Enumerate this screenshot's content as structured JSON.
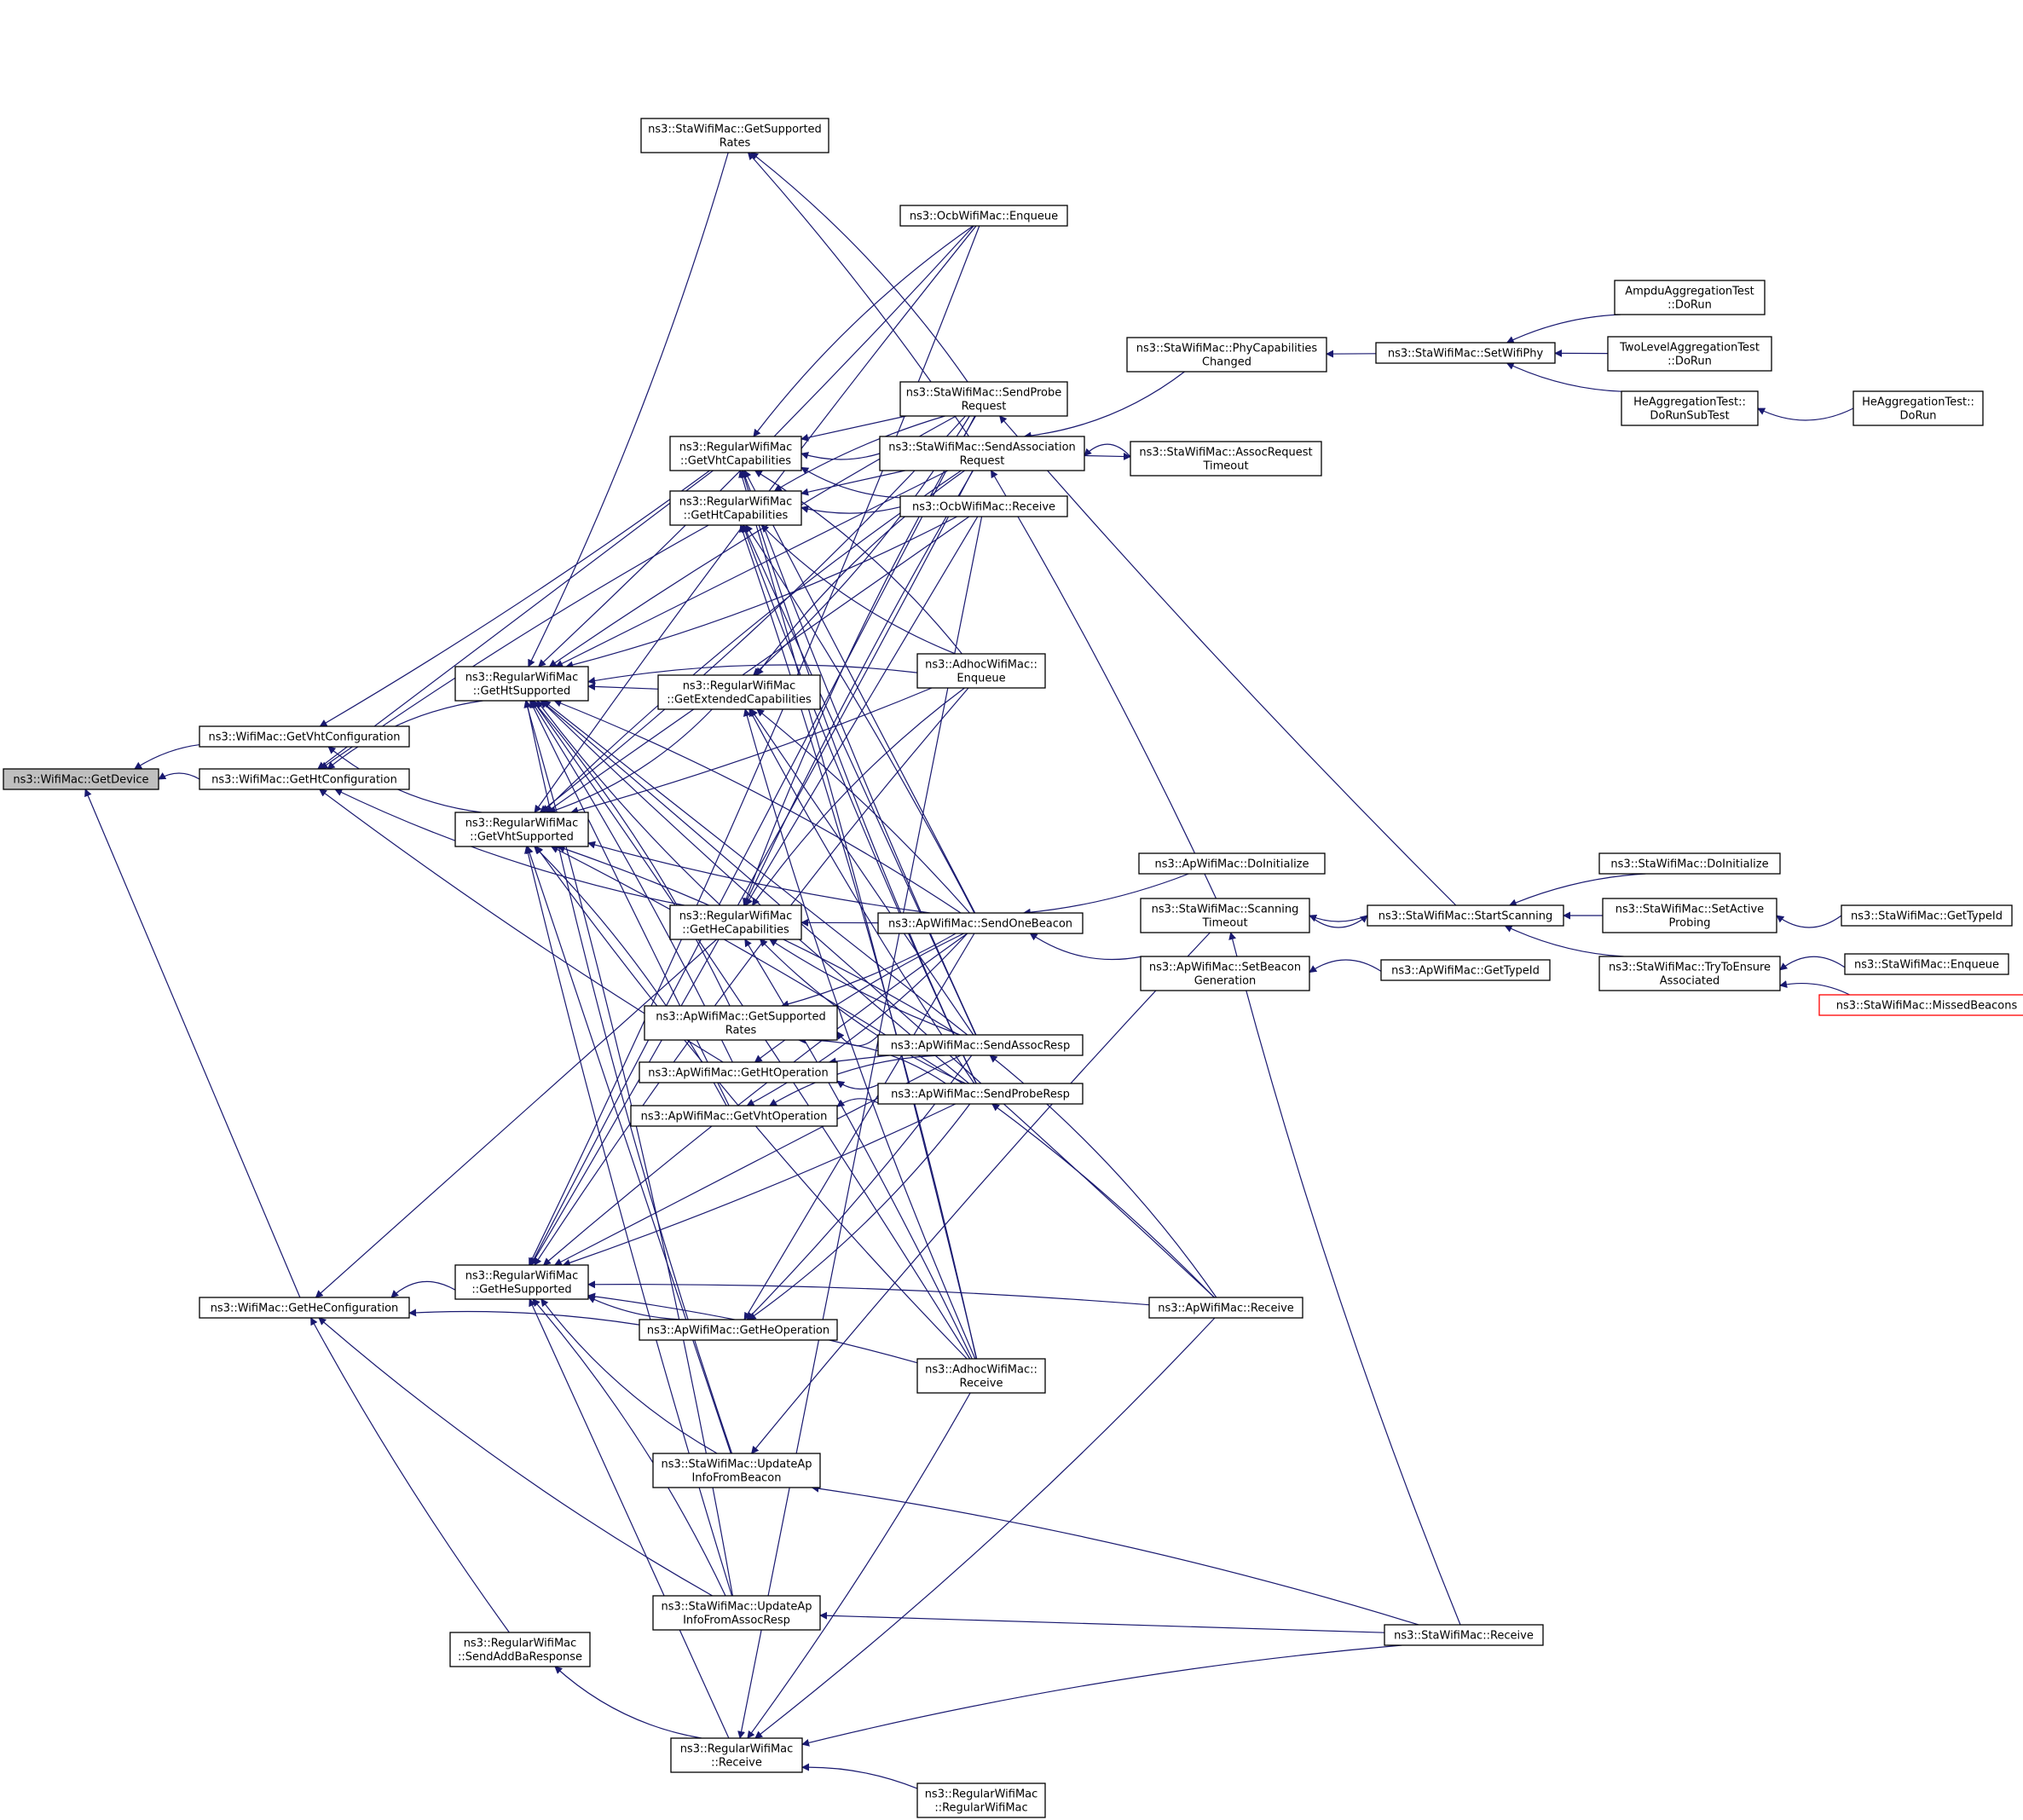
{
  "diagram": {
    "title": "",
    "nodes": [
      {
        "id": "getdevice",
        "lines": [
          "ns3::WifiMac::GetDevice"
        ]
      },
      {
        "id": "getvhtconf",
        "lines": [
          "ns3::WifiMac::GetVhtConfiguration"
        ]
      },
      {
        "id": "gethtconf",
        "lines": [
          "ns3::WifiMac::GetHtConfiguration"
        ]
      },
      {
        "id": "getheconf",
        "lines": [
          "ns3::WifiMac::GetHeConfiguration"
        ]
      },
      {
        "id": "gethtsupported",
        "lines": [
          "ns3::RegularWifiMac",
          "::GetHtSupported"
        ]
      },
      {
        "id": "getvhtsupported",
        "lines": [
          "ns3::RegularWifiMac",
          "::GetVhtSupported"
        ]
      },
      {
        "id": "gethesupported",
        "lines": [
          "ns3::RegularWifiMac",
          "::GetHeSupported"
        ]
      },
      {
        "id": "sendaddba",
        "lines": [
          "ns3::RegularWifiMac",
          "::SendAddBaResponse"
        ]
      },
      {
        "id": "stagetsupportedrates",
        "lines": [
          "ns3::StaWifiMac::GetSupported",
          "Rates"
        ]
      },
      {
        "id": "getvhtcap",
        "lines": [
          "ns3::RegularWifiMac",
          "::GetVhtCapabilities"
        ]
      },
      {
        "id": "gethtcap",
        "lines": [
          "ns3::RegularWifiMac",
          "::GetHtCapabilities"
        ]
      },
      {
        "id": "getextcap",
        "lines": [
          "ns3::RegularWifiMac",
          "::GetExtendedCapabilities"
        ]
      },
      {
        "id": "gethecap",
        "lines": [
          "ns3::RegularWifiMac",
          "::GetHeCapabilities"
        ]
      },
      {
        "id": "apgetsupportedrates",
        "lines": [
          "ns3::ApWifiMac::GetSupported",
          "Rates"
        ]
      },
      {
        "id": "apgethtop",
        "lines": [
          "ns3::ApWifiMac::GetHtOperation"
        ]
      },
      {
        "id": "apgetvhtop",
        "lines": [
          "ns3::ApWifiMac::GetVhtOperation"
        ]
      },
      {
        "id": "apgetheop",
        "lines": [
          "ns3::ApWifiMac::GetHeOperation"
        ]
      },
      {
        "id": "updatebeacon",
        "lines": [
          "ns3::StaWifiMac::UpdateAp",
          "InfoFromBeacon"
        ]
      },
      {
        "id": "updateassoc",
        "lines": [
          "ns3::StaWifiMac::UpdateAp",
          "InfoFromAssocResp"
        ]
      },
      {
        "id": "regreceive",
        "lines": [
          "ns3::RegularWifiMac",
          "::Receive"
        ]
      },
      {
        "id": "ocbenqueue",
        "lines": [
          "ns3::OcbWifiMac::Enqueue"
        ]
      },
      {
        "id": "sendprobereq",
        "lines": [
          "ns3::StaWifiMac::SendProbe",
          "Request"
        ]
      },
      {
        "id": "sendassocreq",
        "lines": [
          "ns3::StaWifiMac::SendAssociation",
          "Request"
        ]
      },
      {
        "id": "ocbreceive",
        "lines": [
          "ns3::OcbWifiMac::Receive"
        ]
      },
      {
        "id": "adhocenqueue",
        "lines": [
          "ns3::AdhocWifiMac::",
          "Enqueue"
        ]
      },
      {
        "id": "sendonebeacon",
        "lines": [
          "ns3::ApWifiMac::SendOneBeacon"
        ]
      },
      {
        "id": "sendassocresp",
        "lines": [
          "ns3::ApWifiMac::SendAssocResp"
        ]
      },
      {
        "id": "sendproberesp",
        "lines": [
          "ns3::ApWifiMac::SendProbeResp"
        ]
      },
      {
        "id": "adhocreceive",
        "lines": [
          "ns3::AdhocWifiMac::",
          "Receive"
        ]
      },
      {
        "id": "regctor",
        "lines": [
          "ns3::RegularWifiMac",
          "::RegularWifiMac"
        ]
      },
      {
        "id": "phycapchanged",
        "lines": [
          "ns3::StaWifiMac::PhyCapabilities",
          "Changed"
        ]
      },
      {
        "id": "assocreqtimeout",
        "lines": [
          "ns3::StaWifiMac::AssocRequest",
          "Timeout"
        ]
      },
      {
        "id": "apdoinit",
        "lines": [
          "ns3::ApWifiMac::DoInitialize"
        ]
      },
      {
        "id": "scantimeout",
        "lines": [
          "ns3::StaWifiMac::Scanning",
          "Timeout"
        ]
      },
      {
        "id": "setbeacongen",
        "lines": [
          "ns3::ApWifiMac::SetBeacon",
          "Generation"
        ]
      },
      {
        "id": "apreceive",
        "lines": [
          "ns3::ApWifiMac::Receive"
        ]
      },
      {
        "id": "setwifiphy",
        "lines": [
          "ns3::StaWifiMac::SetWifiPhy"
        ]
      },
      {
        "id": "startscanning",
        "lines": [
          "ns3::StaWifiMac::StartScanning"
        ]
      },
      {
        "id": "apgettypeid",
        "lines": [
          "ns3::ApWifiMac::GetTypeId"
        ]
      },
      {
        "id": "stareceive",
        "lines": [
          "ns3::StaWifiMac::Receive"
        ]
      },
      {
        "id": "ampdudorun",
        "lines": [
          "AmpduAggregationTest",
          "::DoRun"
        ]
      },
      {
        "id": "twoleveldorun",
        "lines": [
          "TwoLevelAggregationTest",
          "::DoRun"
        ]
      },
      {
        "id": "hedorunsubtest",
        "lines": [
          "HeAggregationTest::",
          "DoRunSubTest"
        ]
      },
      {
        "id": "hedorun",
        "lines": [
          "HeAggregationTest::",
          "DoRun"
        ]
      },
      {
        "id": "stadoinit",
        "lines": [
          "ns3::StaWifiMac::DoInitialize"
        ]
      },
      {
        "id": "setactiveprobing",
        "lines": [
          "ns3::StaWifiMac::SetActive",
          "Probing"
        ]
      },
      {
        "id": "trytoensure",
        "lines": [
          "ns3::StaWifiMac::TryToEnsure",
          "Associated"
        ]
      },
      {
        "id": "stagettypeid",
        "lines": [
          "ns3::StaWifiMac::GetTypeId"
        ]
      },
      {
        "id": "staenqueue",
        "lines": [
          "ns3::StaWifiMac::Enqueue"
        ]
      },
      {
        "id": "missedbeacons",
        "lines": [
          "ns3::StaWifiMac::MissedBeacons"
        ]
      }
    ],
    "edges": [
      [
        "getvhtconf",
        "getdevice"
      ],
      [
        "gethtconf",
        "getdevice"
      ],
      [
        "getheconf",
        "getdevice"
      ],
      [
        "getvhtcap",
        "getvhtconf"
      ],
      [
        "getvhtsupported",
        "getvhtconf"
      ],
      [
        "gethtsupported",
        "gethtconf"
      ],
      [
        "gethtcap",
        "gethtconf"
      ],
      [
        "getvhtcap",
        "gethtconf"
      ],
      [
        "apgethtop",
        "gethtconf"
      ],
      [
        "gethecap",
        "gethtconf"
      ],
      [
        "gethesupported",
        "getheconf"
      ],
      [
        "apgetheop",
        "getheconf"
      ],
      [
        "gethecap",
        "getheconf"
      ],
      [
        "sendaddba",
        "getheconf"
      ],
      [
        "updateassoc",
        "getheconf"
      ],
      [
        "sendonebeacon",
        "gethtsupported"
      ],
      [
        "sendprobereq",
        "gethtsupported"
      ],
      [
        "sendassocreq",
        "gethtsupported"
      ],
      [
        "ocbenqueue",
        "gethtsupported"
      ],
      [
        "ocbreceive",
        "gethtsupported"
      ],
      [
        "adhocenqueue",
        "gethtsupported"
      ],
      [
        "adhocreceive",
        "gethtsupported"
      ],
      [
        "sendassocresp",
        "gethtsupported"
      ],
      [
        "sendproberesp",
        "gethtsupported"
      ],
      [
        "updatebeacon",
        "gethtsupported"
      ],
      [
        "updateassoc",
        "gethtsupported"
      ],
      [
        "apreceive",
        "gethtsupported"
      ],
      [
        "getextcap",
        "gethtsupported"
      ],
      [
        "gethecap",
        "gethtsupported"
      ],
      [
        "stagetsupportedrates",
        "gethtsupported"
      ],
      [
        "apgetsupportedrates",
        "gethtsupported"
      ],
      [
        "apgethtop",
        "gethtsupported"
      ],
      [
        "apgetvhtop",
        "gethtsupported"
      ],
      [
        "sendonebeacon",
        "getvhtsupported"
      ],
      [
        "sendprobereq",
        "getvhtsupported"
      ],
      [
        "sendassocreq",
        "getvhtsupported"
      ],
      [
        "ocbenqueue",
        "getvhtsupported"
      ],
      [
        "ocbreceive",
        "getvhtsupported"
      ],
      [
        "adhocenqueue",
        "getvhtsupported"
      ],
      [
        "adhocreceive",
        "getvhtsupported"
      ],
      [
        "sendassocresp",
        "getvhtsupported"
      ],
      [
        "sendproberesp",
        "getvhtsupported"
      ],
      [
        "updatebeacon",
        "getvhtsupported"
      ],
      [
        "updateassoc",
        "getvhtsupported"
      ],
      [
        "getextcap",
        "getvhtsupported"
      ],
      [
        "apgetvhtop",
        "getvhtsupported"
      ],
      [
        "sendonebeacon",
        "gethesupported"
      ],
      [
        "sendprobereq",
        "gethesupported"
      ],
      [
        "sendassocreq",
        "gethesupported"
      ],
      [
        "ocbenqueue",
        "gethesupported"
      ],
      [
        "adhocenqueue",
        "gethesupported"
      ],
      [
        "adhocreceive",
        "gethesupported"
      ],
      [
        "sendassocresp",
        "gethesupported"
      ],
      [
        "sendproberesp",
        "gethesupported"
      ],
      [
        "updatebeacon",
        "gethesupported"
      ],
      [
        "updateassoc",
        "gethesupported"
      ],
      [
        "apreceive",
        "gethesupported"
      ],
      [
        "regreceive",
        "gethesupported"
      ],
      [
        "apgetheop",
        "gethesupported"
      ],
      [
        "regreceive",
        "sendaddba"
      ],
      [
        "sendprobereq",
        "stagetsupportedrates"
      ],
      [
        "sendassocreq",
        "stagetsupportedrates"
      ],
      [
        "sendprobereq",
        "getvhtcap"
      ],
      [
        "sendassocreq",
        "getvhtcap"
      ],
      [
        "ocbreceive",
        "getvhtcap"
      ],
      [
        "adhocenqueue",
        "getvhtcap"
      ],
      [
        "adhocreceive",
        "getvhtcap"
      ],
      [
        "sendonebeacon",
        "getvhtcap"
      ],
      [
        "sendassocresp",
        "getvhtcap"
      ],
      [
        "sendproberesp",
        "getvhtcap"
      ],
      [
        "ocbenqueue",
        "getvhtcap"
      ],
      [
        "sendprobereq",
        "gethtcap"
      ],
      [
        "sendassocreq",
        "gethtcap"
      ],
      [
        "ocbreceive",
        "gethtcap"
      ],
      [
        "adhocenqueue",
        "gethtcap"
      ],
      [
        "adhocreceive",
        "gethtcap"
      ],
      [
        "sendonebeacon",
        "gethtcap"
      ],
      [
        "sendassocresp",
        "gethtcap"
      ],
      [
        "sendproberesp",
        "gethtcap"
      ],
      [
        "sendprobereq",
        "getextcap"
      ],
      [
        "sendassocreq",
        "getextcap"
      ],
      [
        "sendonebeacon",
        "getextcap"
      ],
      [
        "sendassocresp",
        "getextcap"
      ],
      [
        "sendproberesp",
        "getextcap"
      ],
      [
        "adhocreceive",
        "getextcap"
      ],
      [
        "sendprobereq",
        "gethecap"
      ],
      [
        "sendassocreq",
        "gethecap"
      ],
      [
        "sendonebeacon",
        "gethecap"
      ],
      [
        "sendassocresp",
        "gethecap"
      ],
      [
        "sendproberesp",
        "gethecap"
      ],
      [
        "adhocenqueue",
        "gethecap"
      ],
      [
        "adhocreceive",
        "gethecap"
      ],
      [
        "ocbreceive",
        "gethecap"
      ],
      [
        "sendonebeacon",
        "apgetsupportedrates"
      ],
      [
        "sendassocresp",
        "apgetsupportedrates"
      ],
      [
        "sendproberesp",
        "apgetsupportedrates"
      ],
      [
        "sendonebeacon",
        "apgethtop"
      ],
      [
        "sendassocresp",
        "apgethtop"
      ],
      [
        "sendproberesp",
        "apgethtop"
      ],
      [
        "sendonebeacon",
        "apgetvhtop"
      ],
      [
        "sendassocresp",
        "apgetvhtop"
      ],
      [
        "sendproberesp",
        "apgetvhtop"
      ],
      [
        "sendonebeacon",
        "apgetheop"
      ],
      [
        "sendassocresp",
        "apgetheop"
      ],
      [
        "sendproberesp",
        "apgetheop"
      ],
      [
        "stareceive",
        "updatebeacon"
      ],
      [
        "scantimeout",
        "updatebeacon"
      ],
      [
        "stareceive",
        "updateassoc"
      ],
      [
        "adhocreceive",
        "regreceive"
      ],
      [
        "apreceive",
        "regreceive"
      ],
      [
        "stareceive",
        "regreceive"
      ],
      [
        "regctor",
        "regreceive"
      ],
      [
        "ocbreceive",
        "regreceive"
      ],
      [
        "startscanning",
        "sendprobereq"
      ],
      [
        "phycapchanged",
        "sendassocreq"
      ],
      [
        "assocreqtimeout",
        "sendassocreq"
      ],
      [
        "scantimeout",
        "sendassocreq"
      ],
      [
        "sendassocreq",
        "assocreqtimeout"
      ],
      [
        "apdoinit",
        "sendonebeacon"
      ],
      [
        "setbeacongen",
        "sendonebeacon"
      ],
      [
        "apreceive",
        "sendassocresp"
      ],
      [
        "apreceive",
        "sendproberesp"
      ],
      [
        "setwifiphy",
        "phycapchanged"
      ],
      [
        "startscanning",
        "scantimeout"
      ],
      [
        "stareceive",
        "scantimeout"
      ],
      [
        "apgettypeid",
        "setbeacongen"
      ],
      [
        "ampdudorun",
        "setwifiphy"
      ],
      [
        "twoleveldorun",
        "setwifiphy"
      ],
      [
        "hedorunsubtest",
        "setwifiphy"
      ],
      [
        "hedorun",
        "hedorunsubtest"
      ],
      [
        "scantimeout",
        "startscanning"
      ],
      [
        "stadoinit",
        "startscanning"
      ],
      [
        "setactiveprobing",
        "startscanning"
      ],
      [
        "trytoensure",
        "startscanning"
      ],
      [
        "stagettypeid",
        "setactiveprobing"
      ],
      [
        "staenqueue",
        "trytoensure"
      ],
      [
        "missedbeacons",
        "trytoensure"
      ]
    ]
  },
  "colors": {
    "edge": "#191970",
    "node_border": "#000000",
    "node_fill": "#ffffff",
    "highlight_fill": "#bfbfbf",
    "truncated_border": "#ff0000"
  }
}
